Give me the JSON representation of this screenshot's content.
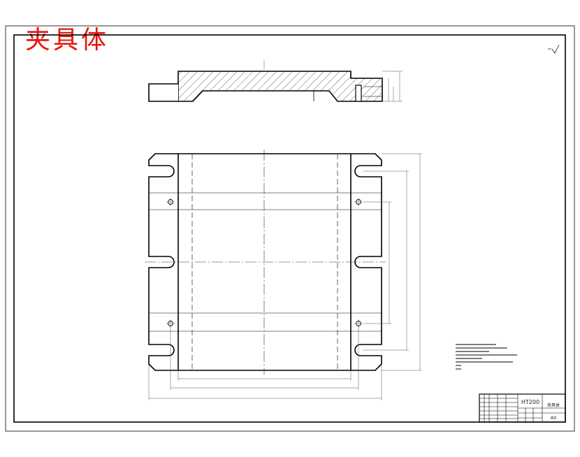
{
  "title": "夹具体",
  "colors": {
    "title": "#e8140c",
    "line": "#000000",
    "dim": "#555555"
  },
  "title_block": {
    "material": "HT200",
    "part_name": "夹具体",
    "sheet_size": "A0"
  }
}
